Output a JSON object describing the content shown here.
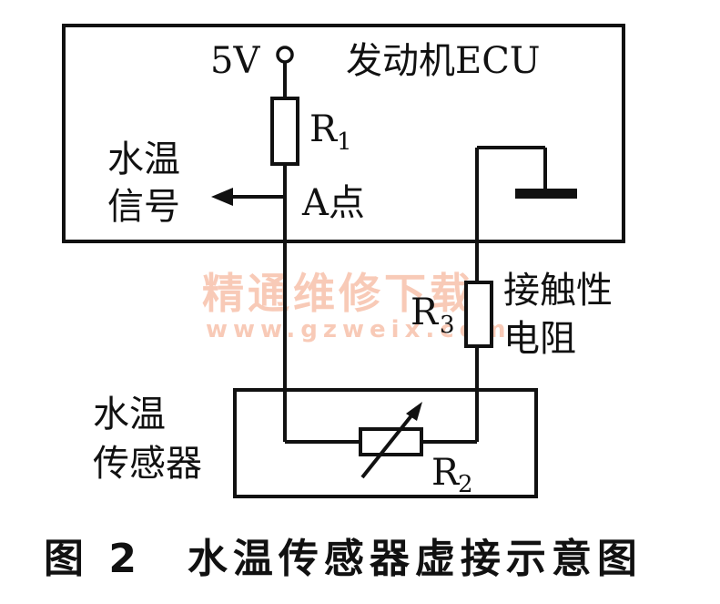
{
  "diagram": {
    "ecu_box": {
      "supply_label": "5V",
      "title": "发动机ECU",
      "resistor1_label": "R",
      "resistor1_sub": "1",
      "signal_label_line1": "水温",
      "signal_label_line2": "信号",
      "point_label": "A点"
    },
    "contact_resistor": {
      "label": "R",
      "sub": "3",
      "desc_line1": "接触性",
      "desc_line2": "电阻"
    },
    "sensor_box": {
      "label_line1": "水温",
      "label_line2": "传感器",
      "resistor2_label": "R",
      "resistor2_sub": "2"
    },
    "caption": "图 2　水温传感器虚接示意图",
    "watermark": {
      "text": "精通维修下载",
      "url": "www.gzweix.com",
      "color": "#f6b9a0"
    }
  }
}
